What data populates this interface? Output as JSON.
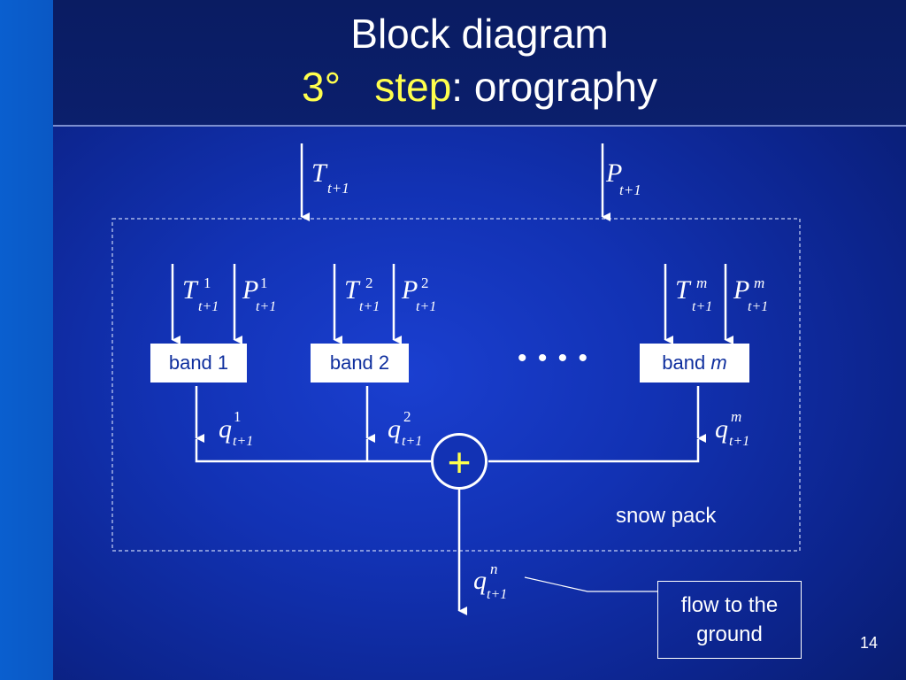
{
  "title": {
    "line1": "Block diagram",
    "step_number": "3°",
    "step_word": "step",
    "step_rest": ": orography"
  },
  "inputs": {
    "temperature": {
      "symbol": "T",
      "subscript": "t+1"
    },
    "precipitation": {
      "symbol": "P",
      "subscript": "t+1"
    }
  },
  "bands": [
    {
      "label": "band 1",
      "superscript": "1"
    },
    {
      "label": "band 2",
      "superscript": "2"
    },
    {
      "label": "band ",
      "label_italic": "m",
      "superscript": "m"
    }
  ],
  "band_output_symbol": "q",
  "ellipsis": "• • • •",
  "sum_symbol": "+",
  "output": {
    "symbol": "q",
    "superscript": "n",
    "subscript": "t+1"
  },
  "snow_pack_label": "snow pack",
  "flow_label_line1": "flow to the",
  "flow_label_line2": "ground",
  "page_number": "14",
  "colors": {
    "background": "#1232b4",
    "accent_yellow": "#ffff4d",
    "line": "#ffffff"
  }
}
